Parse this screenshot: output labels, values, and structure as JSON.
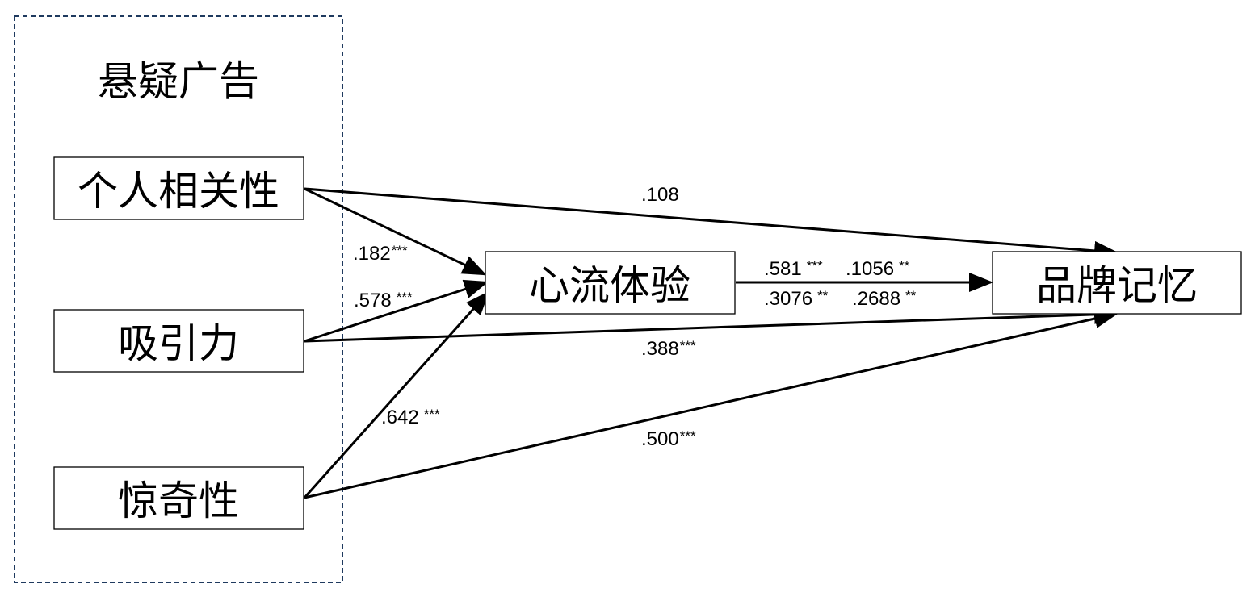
{
  "group": {
    "title": "悬疑广告"
  },
  "nodes": {
    "personal_relevance": "个人相关性",
    "attractiveness": "吸引力",
    "surprise": "惊奇性",
    "flow_experience": "心流体验",
    "brand_memory": "品牌记忆"
  },
  "edges": {
    "personal_to_brand": {
      "value": ".108",
      "sig": ""
    },
    "personal_to_flow": {
      "value": ".182",
      "sig": "***"
    },
    "attract_to_flow": {
      "value": ".578",
      "sig": "***"
    },
    "attract_to_brand": {
      "value": ".388",
      "sig": "***"
    },
    "surprise_to_flow": {
      "value": ".642",
      "sig": "***"
    },
    "surprise_to_brand": {
      "value": ".500",
      "sig": "***"
    },
    "flow_to_brand_a": {
      "value": ".581",
      "sig": "***"
    },
    "flow_to_brand_b": {
      "value": ".1056",
      "sig": "**"
    },
    "flow_to_brand_c": {
      "value": ".3076",
      "sig": "**"
    },
    "flow_to_brand_d": {
      "value": ".2688",
      "sig": "**"
    }
  }
}
